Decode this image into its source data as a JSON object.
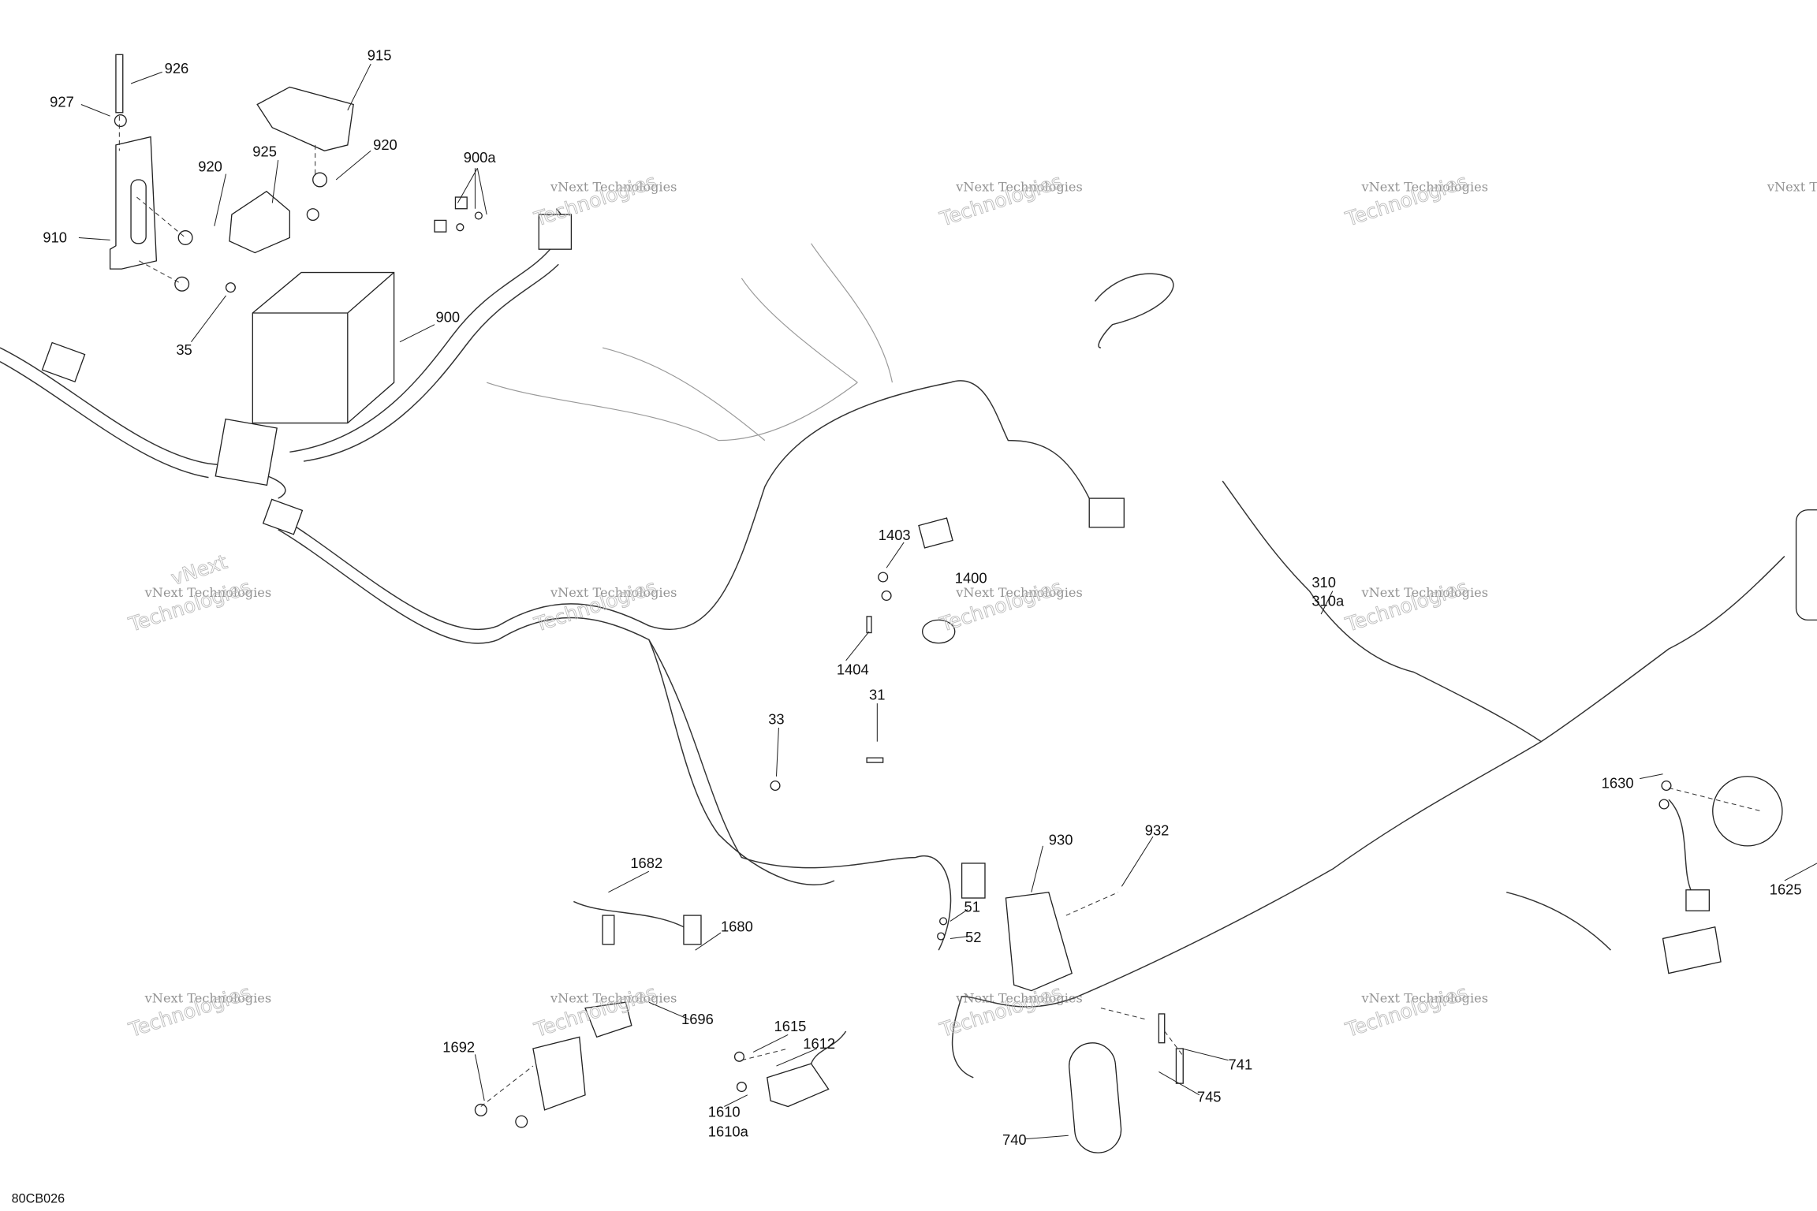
{
  "diagram_id": "80CB026",
  "watermark": {
    "line1": "vNext Technologies",
    "line2": "Technologies",
    "line3": "vNext"
  },
  "callouts": {
    "c926": "926",
    "c927": "927",
    "c915": "915",
    "c920a": "920",
    "c920b": "920",
    "c925": "925",
    "c910": "910",
    "c900a": "900a",
    "c900": "900",
    "c35": "35",
    "c1403": "1403",
    "c1400": "1400",
    "c1404": "1404",
    "c310": "310",
    "c310a": "310a",
    "c33": "33",
    "c31": "31",
    "c1682": "1682",
    "c1680": "1680",
    "c1696": "1696",
    "c1692": "1692",
    "c1615": "1615",
    "c1612": "1612",
    "c1610": "1610",
    "c1610a": "1610a",
    "c930": "930",
    "c932": "932",
    "c51": "51",
    "c52": "52",
    "c741": "741",
    "c745": "745",
    "c740": "740",
    "c1630": "1630",
    "c1625": "1625"
  }
}
